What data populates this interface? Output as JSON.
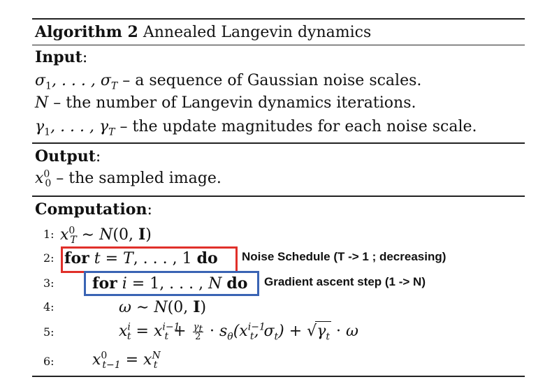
{
  "algorithm": {
    "label": "Algorithm 2",
    "title": "Annealed Langevin dynamics"
  },
  "input": {
    "heading": "Input",
    "items": [
      {
        "symbol": "σ1, . . . , σT",
        "text": "– a sequence of Gaussian noise scales."
      },
      {
        "symbol": "N",
        "text": "– the number of Langevin dynamics iterations."
      },
      {
        "symbol": "γ1, . . . , γT",
        "text": "– the update magnitudes for each noise scale."
      }
    ]
  },
  "output": {
    "heading": "Output",
    "items": [
      {
        "symbol": "x0 0",
        "text": "– the sampled image."
      }
    ]
  },
  "computation": {
    "heading": "Computation",
    "lines": [
      {
        "num": "1:",
        "code": "xT0 ∼ N(0, I)"
      },
      {
        "num": "2:",
        "code": "for t = T, . . . , 1 do"
      },
      {
        "num": "3:",
        "code": "for i = 1, . . . , N do"
      },
      {
        "num": "4:",
        "code": "ω ∼ N(0, I)"
      },
      {
        "num": "5:",
        "code": "xti = xti−1 + γt/2 · sθ(xti−1, σt) + √γt · ω"
      },
      {
        "num": "6:",
        "code": "xt−10 = xtN"
      }
    ]
  },
  "annotations": {
    "noise_schedule": "Noise Schedule (T -> 1 ; decreasing)",
    "gradient_step": "Gradient ascent step (1 -> N)"
  },
  "colors": {
    "red_box": "#e0302a",
    "blue_box": "#3a64b4"
  }
}
